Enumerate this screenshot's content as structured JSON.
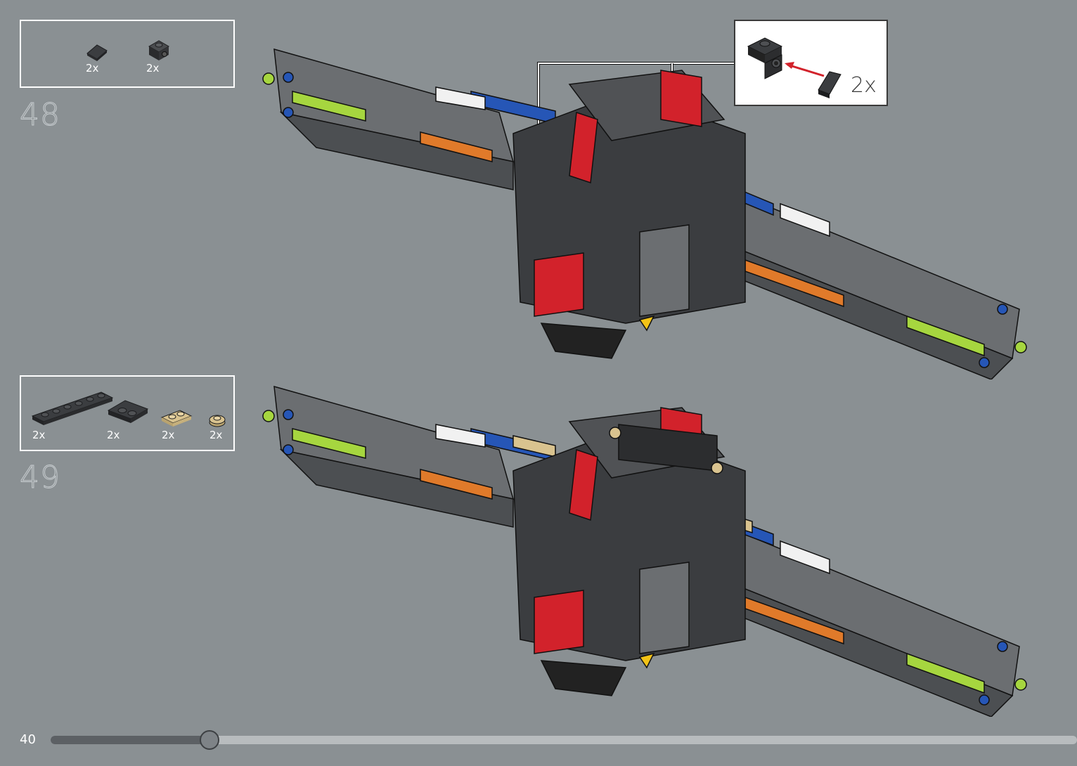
{
  "page": {
    "number": "40",
    "progress_fraction": 0.155
  },
  "steps": [
    {
      "number": "48",
      "parts": [
        {
          "qty": "2x",
          "color": "#3b3d40",
          "kind": "slope"
        },
        {
          "qty": "2x",
          "color": "#3b3d40",
          "kind": "bracket"
        }
      ]
    },
    {
      "number": "49",
      "parts": [
        {
          "qty": "2x",
          "color": "#3b3d40",
          "kind": "plate-1x6"
        },
        {
          "qty": "2x",
          "color": "#3b3d40",
          "kind": "plate-2x2-corner"
        },
        {
          "qty": "2x",
          "color": "#d9c38f",
          "kind": "plate-1x2"
        },
        {
          "qty": "2x",
          "color": "#d9c38f",
          "kind": "round-1x1"
        }
      ]
    }
  ],
  "callout": {
    "qty": "2x"
  },
  "colors": {
    "background": "#8a9093",
    "dark_gray": "#3b3d40",
    "mid_gray": "#6b6e71",
    "red": "#d2222b",
    "blue": "#2656b6",
    "lime": "#a6d63f",
    "orange": "#e07a2a",
    "tan": "#d9c38f",
    "yellow": "#f3c316"
  }
}
